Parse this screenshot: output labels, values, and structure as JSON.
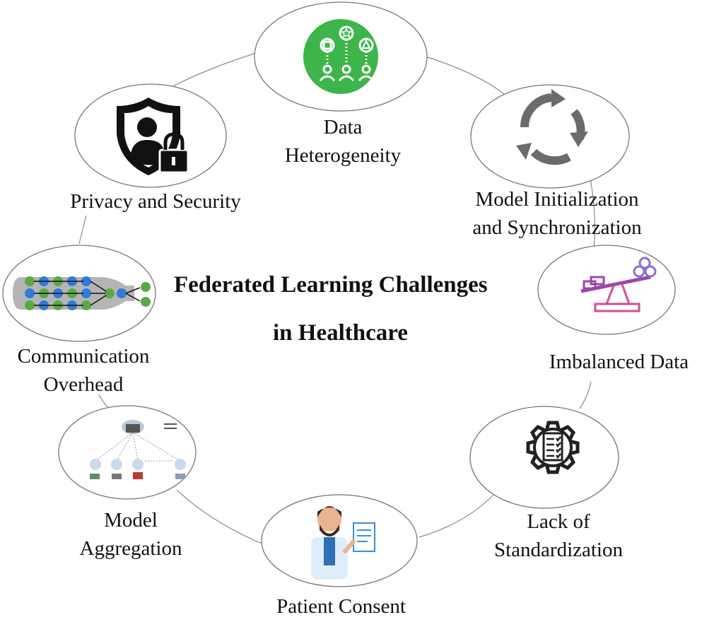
{
  "title": {
    "line1": "Federated Learning Challenges",
    "line2": "in Healthcare"
  },
  "nodes": [
    {
      "id": "data-heterogeneity",
      "lines": [
        "Data",
        "Heterogeneity"
      ],
      "icon": "people-shapes-icon",
      "accent": "#3db54a"
    },
    {
      "id": "model-init-sync",
      "lines": [
        "Model Initialization",
        "and Synchronization"
      ],
      "icon": "sync-arrows-icon",
      "accent": "#6b6b6b"
    },
    {
      "id": "imbalanced-data",
      "lines": [
        "Imbalanced Data"
      ],
      "icon": "seesaw-icon",
      "accent": "#b0408c"
    },
    {
      "id": "lack-of-standardization",
      "lines": [
        "Lack of",
        "Standardization"
      ],
      "icon": "gear-checklist-icon",
      "accent": "#222222"
    },
    {
      "id": "patient-consent",
      "lines": [
        "Patient Consent"
      ],
      "icon": "doctor-clipboard-icon",
      "accent": "#3a8fd8"
    },
    {
      "id": "model-aggregation",
      "lines": [
        "Model",
        "Aggregation"
      ],
      "icon": "federated-network-icon",
      "accent": "#c0392b"
    },
    {
      "id": "communication-overhead",
      "lines": [
        "Communication",
        "Overhead"
      ],
      "icon": "bottleneck-nodes-icon",
      "accent": "#2e7dd7"
    },
    {
      "id": "privacy-security",
      "lines": [
        "Privacy and Security"
      ],
      "icon": "shield-lock-icon",
      "accent": "#111111"
    }
  ]
}
